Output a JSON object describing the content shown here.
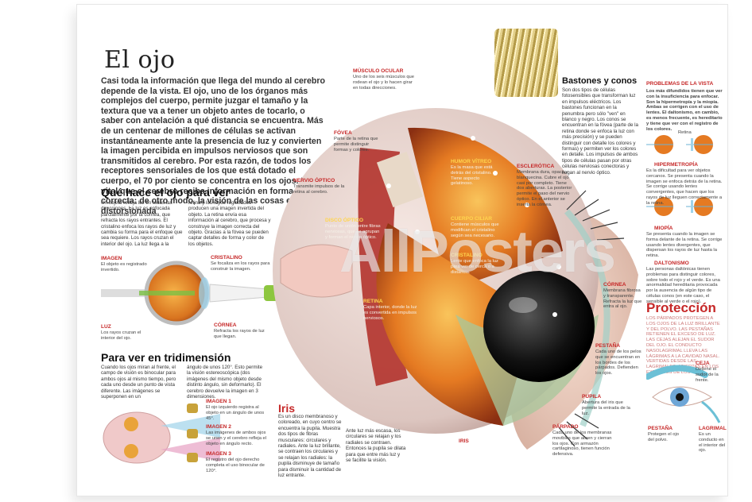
{
  "title": "El ojo",
  "intro": "Casi toda la información que llega del mundo al cerebro depende de la vista. El ojo, uno de los órganos más complejos del cuerpo, permite juzgar el tamaño y la textura que va a tener un objeto antes de tocarlo, o saber con antelación a qué distancia se encuentra. Más de un centenar de millones de células se activan instantáneamente ante la presencia de luz y convierten la imagen percibida en impulsos nerviosos que son transmitidos al cerebro. Por esta razón, de todos los receptores sensoriales de los que está dotado el cuerpo, el 70 por ciento se concentra en los ojos. Es vital que el cerebro reciba información en forma correcta: de otro modo, la visión de las cosas estaría distorsionada",
  "sections": {
    "que_hace": {
      "heading": "Qué hace el ojo para ver",
      "col1": "Un objeto refleja luz en todas las direcciones. La luz es enfocada parcialmente por la córnea, que refracta los rayos entrantes. El cristalino enfoca los rayos de luz y cambia su forma para el enfoque que sea requiere. Los rayos cruzan el interior del ojo. La luz llega a la",
      "col2": "retina y los rayos registrados producen una imagen invertida del objeto. La retina envía esa información al cerebro, que procesa y construye la imagen correcta del objeto. Gracias a la fóvea se pueden captar detalles de forma y color de los objetos.",
      "labels": {
        "imagen": "IMAGEN",
        "imagen_text": "El objeto es registrado invertido.",
        "cristalino": "CRISTALINO",
        "cristalino_text": "Se focaliza en los rayos para construir la imagen.",
        "luz": "LUZ",
        "luz_text": "Los rayos cruzan el interior del ojo.",
        "cornea": "CÓRNEA",
        "cornea_text": "Refracta los rayos de luz que llegan."
      }
    },
    "tridimension": {
      "heading": "Para ver en tridimensión",
      "col1": "Cuando los ojos miran al frente, el campo de visión es binocular para ambos ojos al mismo tiempo, pero cada uno desde un punto de vista diferente. Las imágenes se superponen en un",
      "col2": "ángulo de unos 120°. Esto permite la visión estereoscópica (dos imágenes del mismo objeto desde distinto ángulo, sin deformarlo). El cerebro devuelve la imagen en 3 dimensiones.",
      "img1_label": "IMAGEN 1",
      "img1_text": "El ojo izquierdo registra al objeto en un ángulo de unos 45°.",
      "img2_label": "IMAGEN 2",
      "img2_text": "Las imágenes de ambos ojos se unen y el cerebro refleja el objeto en ángulo recto.",
      "img3_label": "IMAGEN 3",
      "img3_text": "El registro del ojo derecho completa el uso binocular de 120°."
    },
    "iris": {
      "heading": "Iris",
      "text1": "Es un disco membranoso y coloreado, en cuyo centro se encuentra la pupila. Muestra dos tipos de fibras musculares: circulares y radiales. Ante la luz brillante, se contraen los circulares y se relajan los radiales: la pupila disminuye de tamaño para disminuir la cantidad de luz entrante.",
      "text2": "Ante luz más escasa, los circulares se relajan y los radiales se contraen. Entonces la pupila se dilata para que entre más luz y se facilite la visión."
    }
  },
  "eye_labels": {
    "musculo": {
      "name": "MÚSCULO OCULAR",
      "text": "Uno de los seis músculos que rodean el ojo y lo hacen girar en todas direcciones."
    },
    "fovea": {
      "name": "FÓVEA",
      "text": "Parte de la retina que permite distinguir formas y colores."
    },
    "nervio": {
      "name": "NERVIO ÓPTICO",
      "text": "Transmite impulsos de la retina al cerebro."
    },
    "humor": {
      "name": "HUMOR VÍTREO",
      "text": "Es la masa que está detrás del cristalino. Tiene aspecto gelatinoso."
    },
    "disco": {
      "name": "DISCO ÓPTICO",
      "text": "Punto de unión entre fibras nerviosas, que se agrupan y forman el nervio óptico."
    },
    "retina": {
      "name": "RETINA",
      "text": "Capa interior, donde la luz es convertida en impulsos nerviosos."
    },
    "esclerotica": {
      "name": "ESCLERÓTICA",
      "text": "Membrana dura, opaca y blanquecina. Cubre el ojo casi por completo. Tiene dos aberturas. La posterior permite el paso del nervio óptico. En el anterior se inserta la córnea."
    },
    "cuerpo": {
      "name": "CUERPO CILIAR",
      "text": "Contiene músculos que modifican el cristalino según sea necesario."
    },
    "cristalino": {
      "name": "CRISTALINO",
      "text": "Lente que enfoca la luz para ver de cerca o a distancia."
    },
    "cornea": {
      "name": "CÓRNEA",
      "text": "Membrana fibrosa y transparente. Refracta la luz que entra al ojo."
    },
    "pestana": {
      "name": "PESTAÑA",
      "text": "Cada uno de los pelos que se encuentran en los bordes de los párpados. Defienden los ojos."
    },
    "pupila": {
      "name": "PUPILA",
      "text": "Abertura del iris que permite la entrada de la luz."
    },
    "parpado": {
      "name": "PÁRPADO",
      "text": "Cada uno de los membranas movibles que abren y cierran los ojos. Con armazón cartilaginoso, tienen función defensiva."
    },
    "iris": {
      "name": "IRIS"
    }
  },
  "bastones": {
    "heading": "Bastones y conos",
    "text": "Son dos tipos de células fotosensibles que transforman luz en impulsos eléctricos. Los bastones funcionan en la penumbra pero sólo \"ven\" en blanco y negro. Los conos se encuentran en la fóvea (parte de la retina donde se enfoca la luz con más precisión) y se pueden distinguir con detalle los colores y formas) y permiten ver los colores en detalle. Los impulsos de ambos tipos de células pasan por otras células nerviosas conectoras y llegan al nervio óptico."
  },
  "problemas": {
    "heading": "PROBLEMAS DE LA VISTA",
    "intro": "Los más difundidos tienen que ver con la insuficiencia para enfocar. Son la hipermetropía y la miopía. Ambas se corrigen con el uso de lentes. El daltonismo, en cambio, es menos frecuente, es hereditario y tiene que ver con el registro de los colores.",
    "retina_label": "Retina",
    "hiper_name": "HIPERMETROPÍA",
    "hiper_text": "Es la dificultad para ver objetos cercanos. Se presenta cuando la imagen se enfoca detrás de la retina. Se corrige usando lentes convergentes, que hacen que los rayos de luz lleguen correctamente a la retina.",
    "miopia_name": "MIOPÍA",
    "miopia_text": "Se presenta cuando la imagen se forma delante de la retina. Se corrige usando lentes divergentes, que dispersan los rayos de luz hasta la retina.",
    "dalto_name": "DALTONISMO",
    "dalto_text": "Las personas daltónicas tienen problemas para distinguir colores, sobre todo el rojo y el verde. Es una anormalidad hereditaria provocada por la ausencia de algún tipo de células conos (en este caso, el sensible al verde o el rojo)."
  },
  "proteccion": {
    "heading": "Protección",
    "text": "LOS PÁRPADOS PROTEGEN A LOS OJOS DE LA LUZ BRILLANTE Y DEL POLVO. LAS PESTAÑAS RETIENEN EL EXCESO DE LUZ. LAS CEJAS ALEJAN EL SUDOR DEL OJO. EL CONDUCTO NASOLAGRIMAL LLEVA LAS LÁGRIMAS A LA CAVIDAD NASAL. VERTIDAS DESDE LAS LAGRIMALES, ABIERTAS EN LOS EXTREMOS DE LOS OJOS.",
    "ceja": "CEJA",
    "ceja_text": "Detiene el sudor de la frente.",
    "lagrimal": "LAGRIMAL",
    "lagrimal_text": "Es un conducto en el interior del ojo.",
    "pestana": "PESTAÑA",
    "pestana_text": "Protegen el ojo del polvo."
  },
  "watermark": "AllPosters"
}
